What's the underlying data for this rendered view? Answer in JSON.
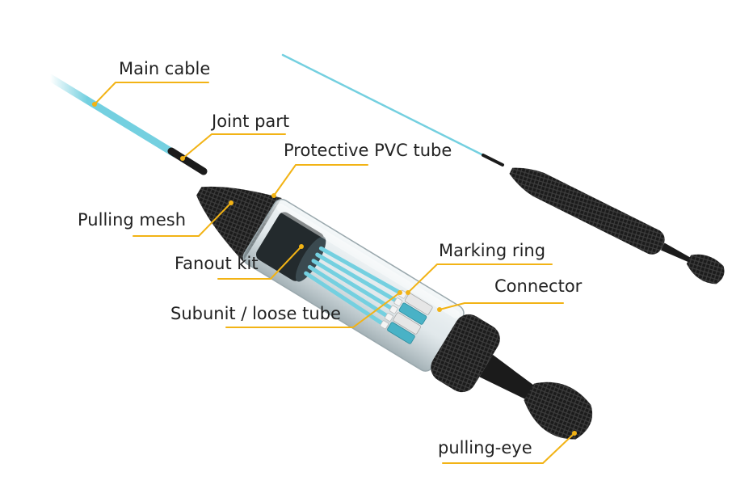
{
  "colors": {
    "fiber": "#74d0e0",
    "fiber_dark": "#49b2c6",
    "mesh": "#1b1b1b",
    "mesh_weave": "#3a3a3a",
    "leader": "#f2b315",
    "tube": "#d8e2e6",
    "connector": "#e6e6e6",
    "label": "#222222"
  },
  "labels": {
    "main_cable": "Main cable",
    "joint_part": "Joint part",
    "protective_tube": "Protective PVC tube",
    "pulling_mesh": "Pulling mesh",
    "fanout_kit": "Fanout kit",
    "marking_ring": "Marking ring",
    "connector": "Connector",
    "subunit": "Subunit / loose tube",
    "pulling_eye": "pulling-eye"
  }
}
